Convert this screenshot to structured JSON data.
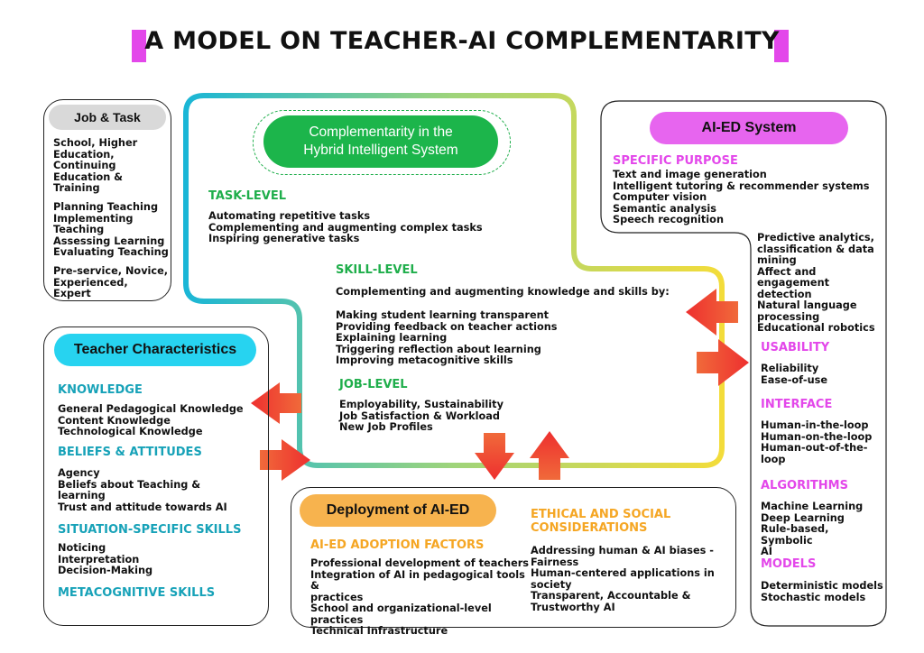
{
  "title": "A MODEL ON TEACHER-AI COMPLEMENTARITY",
  "colors": {
    "title_bar": "#e347ea",
    "green": "#1fae4b",
    "teal": "#17a2b8",
    "pink": "#e347ea",
    "orange": "#f5a623",
    "arrow": "#f0442c"
  },
  "job_task": {
    "heading": "Job & Task",
    "groups": [
      [
        "School, Higher",
        "Education,",
        "Continuing",
        "Education &",
        "Training"
      ],
      [
        "Planning Teaching",
        "Implementing",
        "Teaching",
        "Assessing Learning",
        "Evaluating Teaching"
      ],
      [
        "Pre-service, Novice,",
        "Experienced, Expert"
      ]
    ]
  },
  "center": {
    "heading": "Complementarity in the Hybrid Intelligent System",
    "heading_lines": [
      "Complementarity in the",
      "Hybrid Intelligent System"
    ],
    "task_level": {
      "title": "TASK-LEVEL",
      "items": [
        "Automating repetitive tasks",
        "Complementing and augmenting complex tasks",
        "Inspiring generative tasks"
      ]
    },
    "skill_level": {
      "title": "SKILL-LEVEL",
      "intro": "Complementing and augmenting knowledge and skills by:",
      "items": [
        "Making student learning transparent",
        "Providing feedback on teacher actions",
        "Explaining learning",
        "Triggering reflection about learning",
        "Improving metacognitive skills"
      ]
    },
    "job_level": {
      "title": "JOB-LEVEL",
      "items": [
        "Employability, Sustainability",
        "Job Satisfaction & Workload",
        "New Job Profiles"
      ]
    }
  },
  "teacher": {
    "heading": "Teacher Characteristics",
    "knowledge": {
      "title": "KNOWLEDGE",
      "items": [
        "General Pedagogical Knowledge",
        "Content Knowledge",
        "Technological Knowledge"
      ]
    },
    "beliefs": {
      "title": "BELIEFS & ATTITUDES",
      "items": [
        "Agency",
        "Beliefs about Teaching &",
        "learning",
        "Trust and attitude towards AI"
      ]
    },
    "situation": {
      "title": "SITUATION-SPECIFIC SKILLS",
      "items": [
        "Noticing",
        "Interpretation",
        "Decision-Making"
      ]
    },
    "metacog": {
      "title": "METACOGNITIVE SKILLS"
    }
  },
  "deployment": {
    "heading": "Deployment of AI-ED",
    "adoption": {
      "title": "AI-ED ADOPTION FACTORS",
      "items": [
        "Professional development of teachers",
        "Integration of AI in pedagogical tools &",
        "practices",
        "School and organizational-level",
        "practices",
        "Technical Infrastructure"
      ]
    },
    "ethical": {
      "title_lines": [
        "ETHICAL AND SOCIAL",
        "CONSIDERATIONS"
      ],
      "items": [
        "Addressing human & AI biases -",
        "Fairness",
        "Human-centered applications in",
        "society",
        "Transparent, Accountable &",
        "Trustworthy AI"
      ]
    }
  },
  "aied": {
    "heading": "AI-ED System",
    "purpose": {
      "title": "SPECIFIC PURPOSE",
      "items": [
        "Text and image generation",
        "Intelligent tutoring & recommender systems",
        "Computer vision",
        "Semantic analysis",
        "Speech recognition"
      ]
    },
    "purpose_more": [
      "Predictive analytics,",
      "classification & data",
      "mining",
      "Affect and",
      "engagement detection",
      "Natural language",
      "processing",
      "Educational robotics"
    ],
    "usability": {
      "title": "USABILITY",
      "items": [
        "Reliability",
        "Ease-of-use"
      ]
    },
    "interface": {
      "title": "INTERFACE",
      "items": [
        "Human-in-the-loop",
        "Human-on-the-loop",
        "Human-out-of-the-",
        "loop"
      ]
    },
    "algorithms": {
      "title": "ALGORITHMS",
      "items": [
        "Machine Learning",
        "Deep Learning",
        "Rule-based, Symbolic",
        "AI"
      ]
    },
    "models": {
      "title": "MODELS",
      "items": [
        "Deterministic models",
        "Stochastic models"
      ]
    }
  }
}
